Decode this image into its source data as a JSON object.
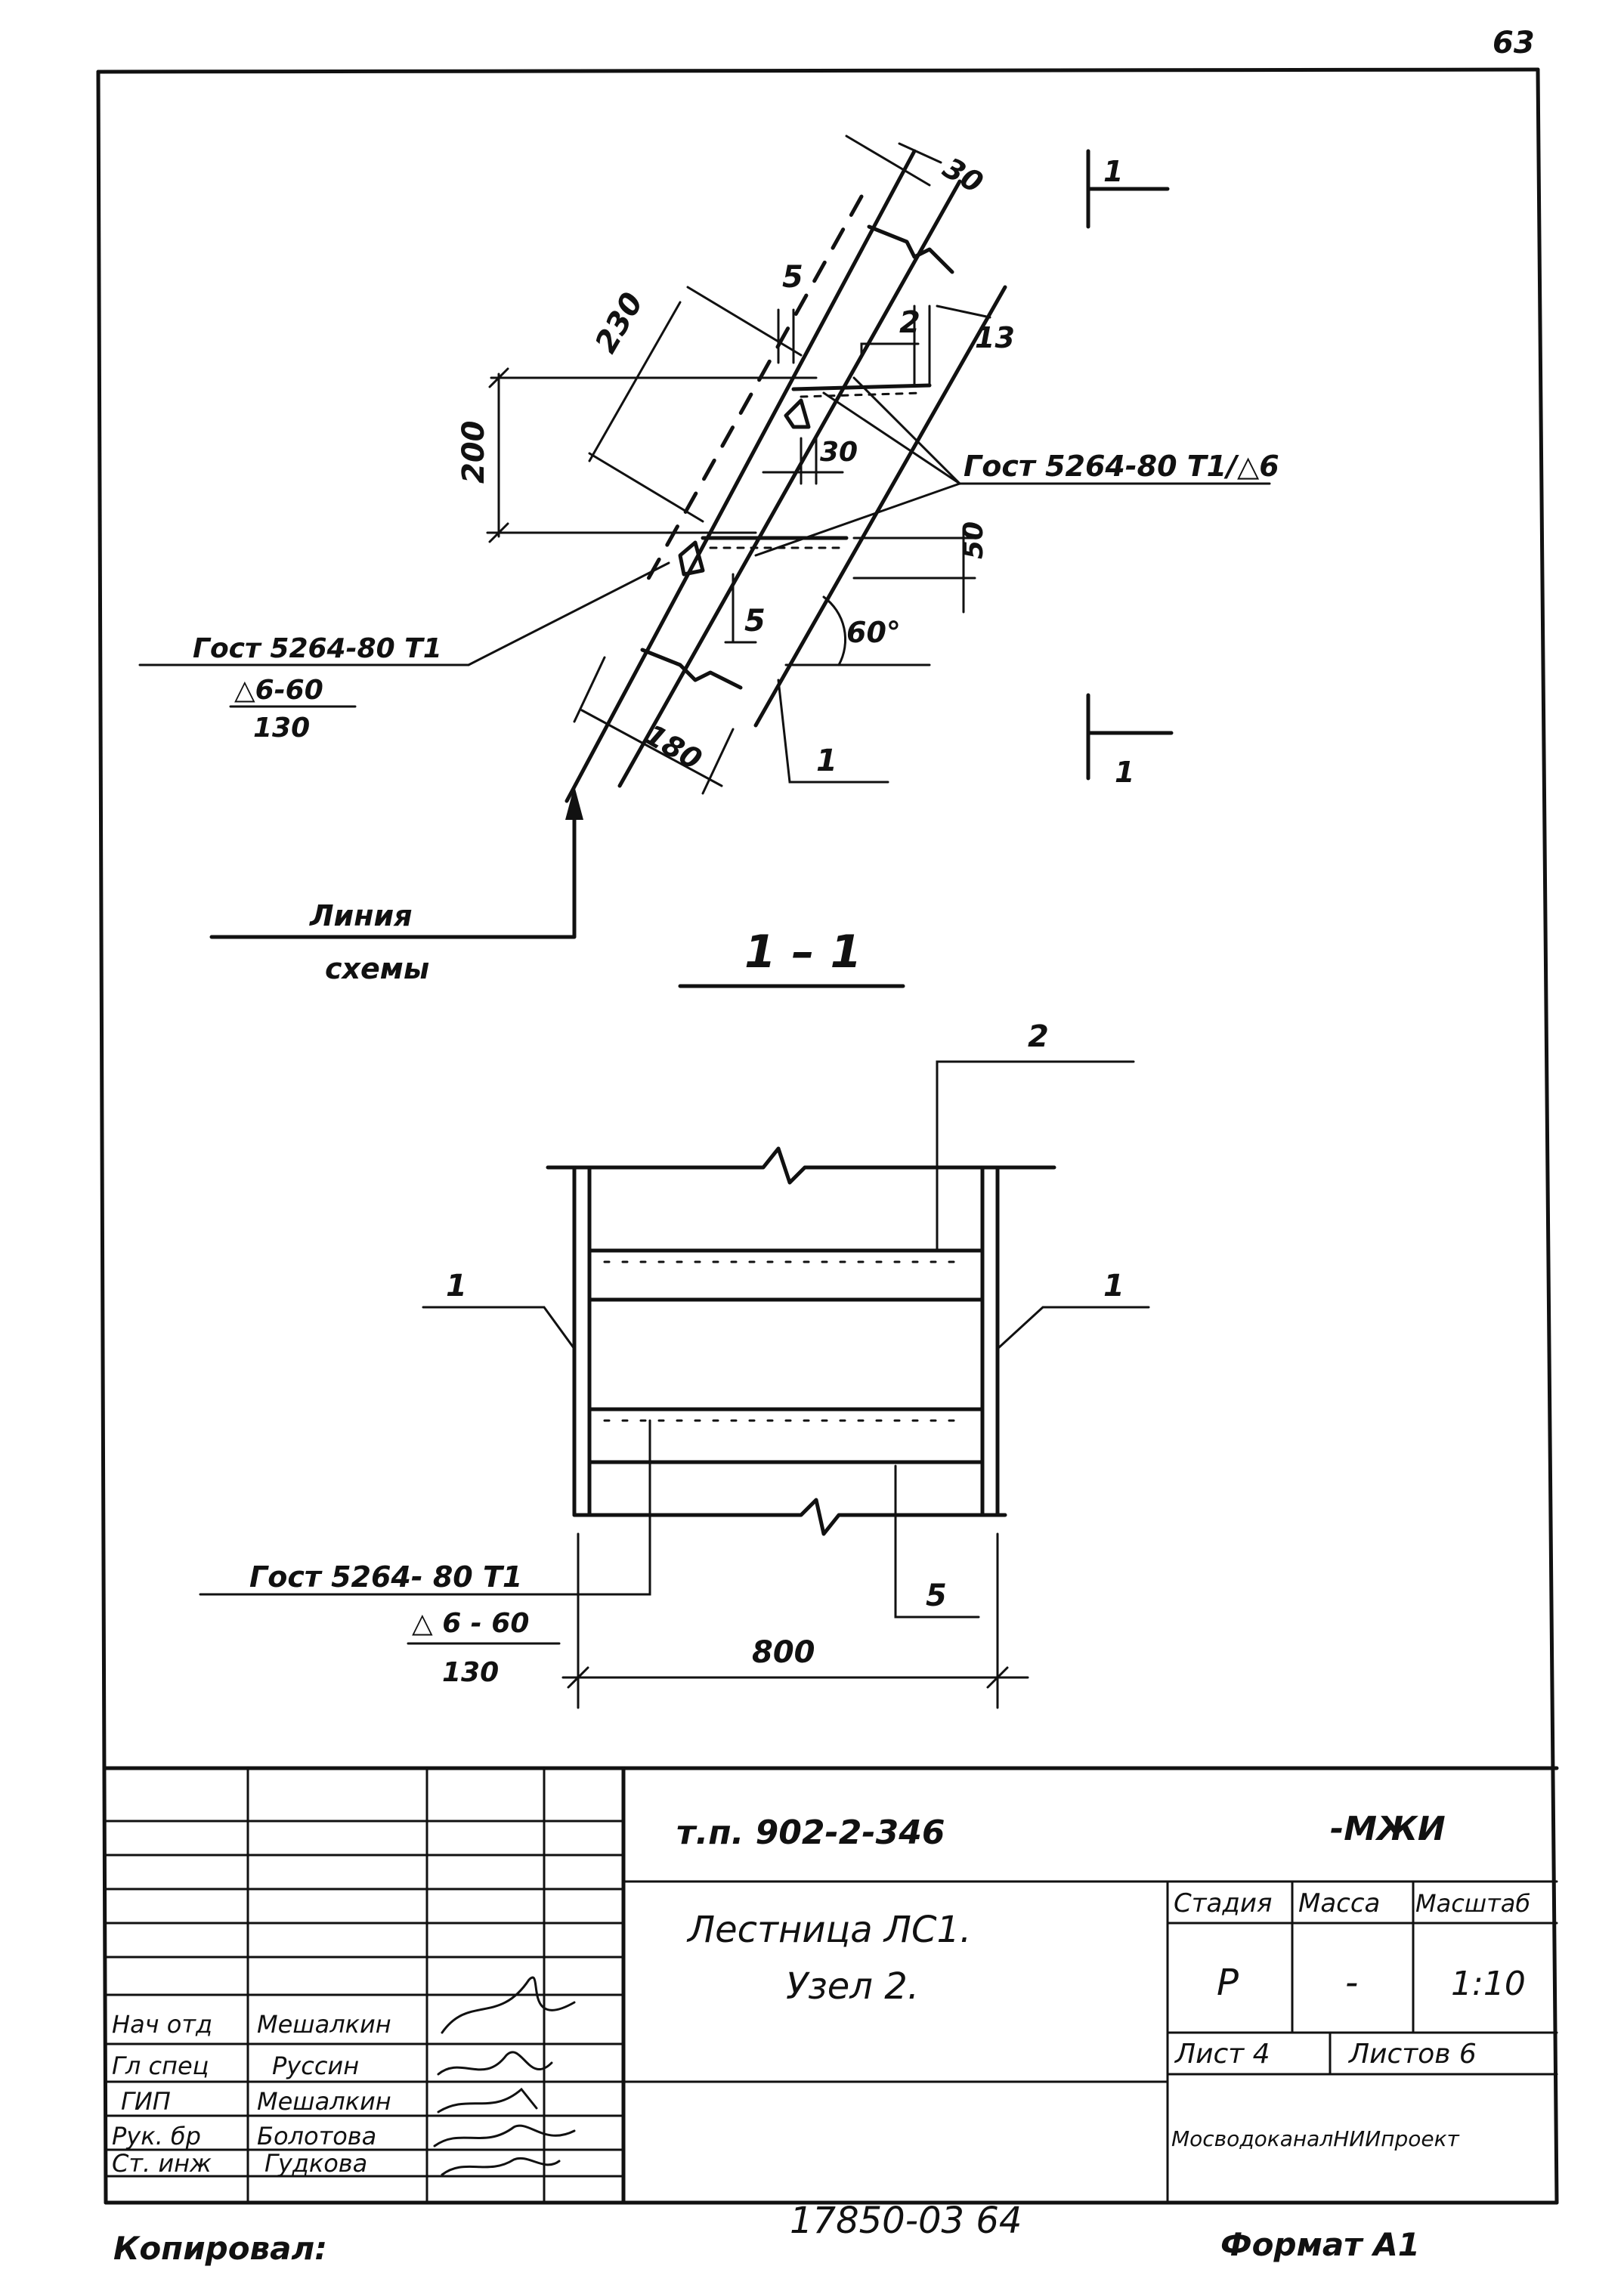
{
  "page_number": "63",
  "detail_view": {
    "dims": {
      "d30_top": "30",
      "d230": "230",
      "d5_top": "5",
      "d2_mark": "2",
      "d13": "13",
      "d200": "200",
      "d30_mid": "30",
      "d50": "50",
      "d5_mid": "5",
      "angle": "60°",
      "d180": "180",
      "mark1": "1"
    },
    "weld_right": "Гост 5264-80 Т1/△6",
    "weld_left_line1": "Гост 5264-80 Т1",
    "weld_left_line2": "△6-60",
    "weld_left_line3": "130",
    "scheme_line_1": "Линия",
    "scheme_line_2": "схемы",
    "section_mark_top": "1",
    "section_mark_bottom": "1"
  },
  "section_view": {
    "title": "1 – 1",
    "mark2": "2",
    "mark1_left": "1",
    "mark1_right": "1",
    "mark5": "5",
    "weld_line1": "Гост 5264- 80  Т1",
    "weld_line2": "△ 6 - 60",
    "weld_line3": "130",
    "dim800": "800"
  },
  "title_block": {
    "doc_code": "т.п. 902-2-346",
    "doc_suffix": "-МЖИ",
    "title_line1": "Лестница   ЛС1.",
    "title_line2": "Узел  2.",
    "col_stage": "Стадия",
    "col_mass": "Масса",
    "col_scale": "Масштаб",
    "stage": "Р",
    "mass": "-",
    "scale": "1:10",
    "sheet": "Лист 4",
    "sheets": "Листов 6",
    "organization": "МосводоканалНИИпроект",
    "roles": [
      {
        "role": "Нач отд",
        "name": "Мешалкин"
      },
      {
        "role": "Гл спец",
        "name": "Руссин"
      },
      {
        "role": "ГИП",
        "name": "Мешалкин"
      },
      {
        "role": "Рук. бр",
        "name": "Болотова"
      },
      {
        "role": "Ст. инж",
        "name": "Гудкова"
      }
    ]
  },
  "footer": {
    "copied": "Копировал:",
    "inventory": "17850-03   64",
    "format": "Формат  А1"
  }
}
